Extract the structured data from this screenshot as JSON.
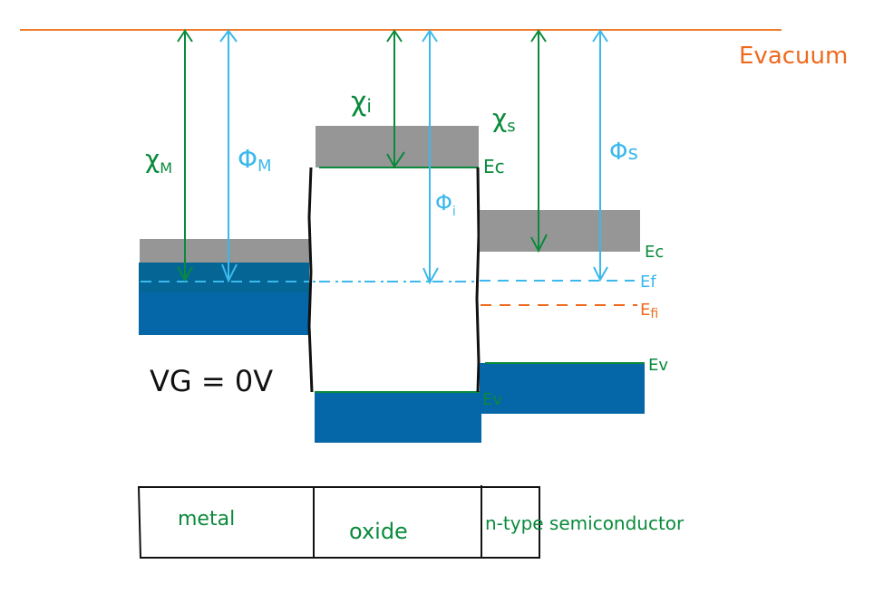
{
  "title": "MOS energy band diagram (n-type semiconductor)",
  "colors": {
    "vacuum": "#ee7c2c",
    "conduction_band": "#969696",
    "valence_band": "#0567a8",
    "metal_upper": "#056696",
    "green": "#0a8a3c",
    "blue": "#3bb8ec",
    "orange": "#ee6a1e",
    "black": "#111111"
  },
  "labels": {
    "evacuum": "Evacuum",
    "chi_m": "χ",
    "chi_m_sub": "M",
    "phi_m": "Φ",
    "phi_m_sub": "M",
    "chi_i": "χ",
    "chi_i_sub": "i",
    "phi_i": "Φ",
    "phi_i_sub": "i",
    "chi_s": "χ",
    "chi_s_sub": "s",
    "phi_s": "Φ",
    "phi_s_sub": "s",
    "ec_oxide": "Ec",
    "ec_semi": "Ec",
    "ef": "Ef",
    "efi": "Efi",
    "ev_semi": "Ev",
    "ev_oxide": "Ev",
    "gate_voltage": "VG = 0V"
  },
  "regions": [
    {
      "name": "metal",
      "label": "metal"
    },
    {
      "name": "oxide",
      "label": "oxide"
    },
    {
      "name": "semiconductor",
      "label": "n-type semiconductor"
    }
  ]
}
